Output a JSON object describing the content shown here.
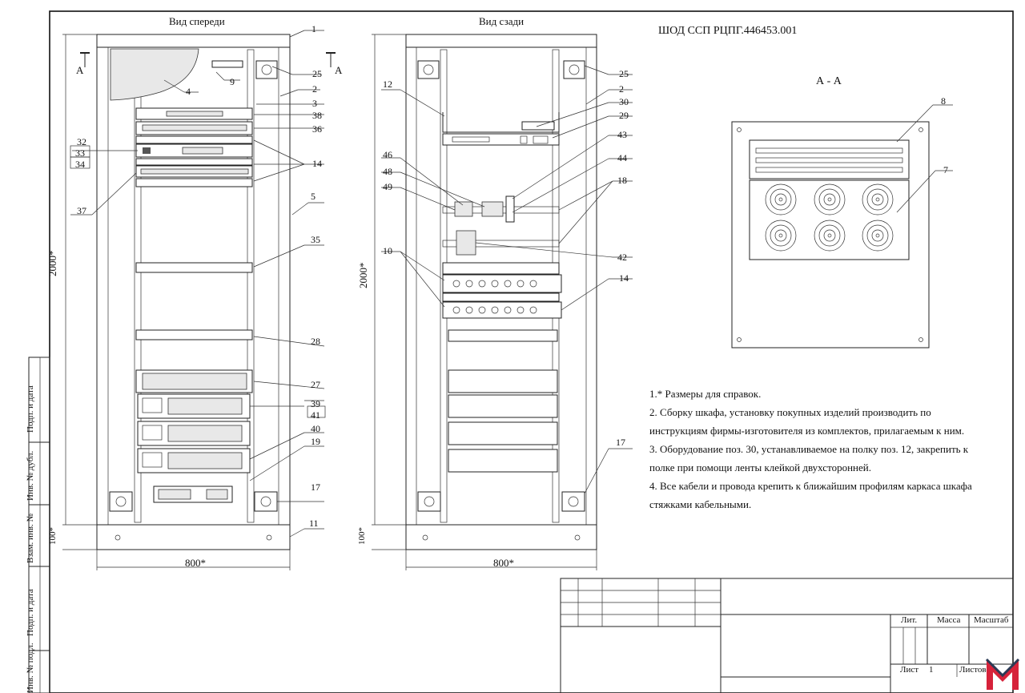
{
  "document_code": "ШОД ССП РЦПГ.446453.001",
  "views": {
    "front_title": "Вид спереди",
    "rear_title": "Вид сзади",
    "section_title": "А - А",
    "section_marker": "А"
  },
  "dimensions": {
    "height": "2000*",
    "plinth": "100*",
    "width": "800*"
  },
  "front_callouts": [
    "1",
    "25",
    "9",
    "2",
    "3",
    "38",
    "36",
    "14",
    "5",
    "35",
    "28",
    "27",
    "39",
    "41",
    "40",
    "19",
    "17",
    "11",
    "4",
    "32",
    "33",
    "34",
    "37"
  ],
  "rear_callouts": [
    "12",
    "25",
    "2",
    "30",
    "29",
    "43",
    "44",
    "18",
    "42",
    "14",
    "46",
    "48",
    "49",
    "10",
    "17"
  ],
  "section_callouts": [
    "8",
    "7"
  ],
  "notes": [
    "1.* Размеры для справок.",
    "2. Сборку шкафа, установку покупных изделий производить по",
    "инструкциям фирмы-изготовителя из комплектов, прилагаемым к ним.",
    "3. Оборудование поз. 30, устанавливаемое на полку поз. 12, закрепить к",
    "полке при помощи ленты клейкой двухсторонней.",
    "4. Все кабели и провода крепить к ближайшим профилям каркаса шкафа",
    "стяжками кабельными."
  ],
  "side_stamp": [
    "Подп. и дата",
    "Инв. № дубл.",
    "Взам. инв. №",
    "Подп. и дата",
    "Инв. № подл."
  ],
  "title_block": {
    "lit": "Лит.",
    "mass": "Масса",
    "scale": "Масштаб",
    "sheet": "Лист",
    "sheet_no": "1",
    "sheets": "Листов"
  },
  "icons": {
    "watermark": "m-logo-icon"
  },
  "colors": {
    "line": "#222222",
    "watermark_red": "#d6223a",
    "watermark_dark": "#2b3a55"
  }
}
